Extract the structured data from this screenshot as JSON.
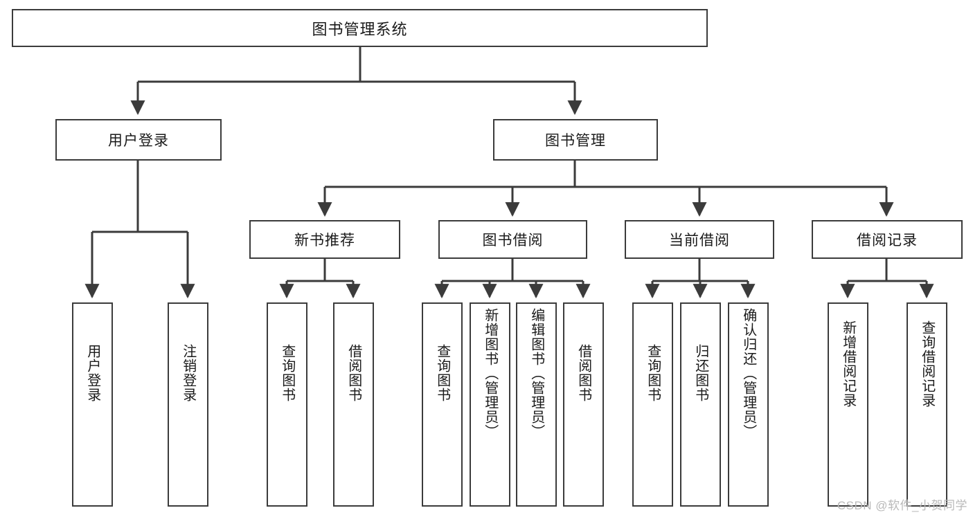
{
  "diagram": {
    "title": "图书管理系统",
    "type": "tree",
    "background_color": "#ffffff",
    "stroke_color": "#3b3b3b",
    "text_color": "#1a1a1a",
    "root": {
      "label": "图书管理系统"
    },
    "level2": [
      {
        "label": "用户登录"
      },
      {
        "label": "图书管理"
      }
    ],
    "level3": [
      {
        "label": "新书推荐"
      },
      {
        "label": "图书借阅"
      },
      {
        "label": "当前借阅"
      },
      {
        "label": "借阅记录"
      }
    ],
    "leaves": {
      "user_login": [
        {
          "label": "用户登录"
        },
        {
          "label": "注销登录"
        }
      ],
      "new_book_recommend": [
        {
          "label": "查询图书"
        },
        {
          "label": "借阅图书"
        }
      ],
      "book_borrow": [
        {
          "label": "查询图书"
        },
        {
          "label": "新增图书（管理员）"
        },
        {
          "label": "编辑图书（管理员）"
        },
        {
          "label": "借阅图书"
        }
      ],
      "current_borrow": [
        {
          "label": "查询图书"
        },
        {
          "label": "归还图书"
        },
        {
          "label": "确认归还（管理员）"
        }
      ],
      "borrow_record": [
        {
          "label": "新增借阅记录"
        },
        {
          "label": "查询借阅记录"
        }
      ]
    }
  },
  "watermark": {
    "text": "CSDN @软件_小贺同学"
  }
}
